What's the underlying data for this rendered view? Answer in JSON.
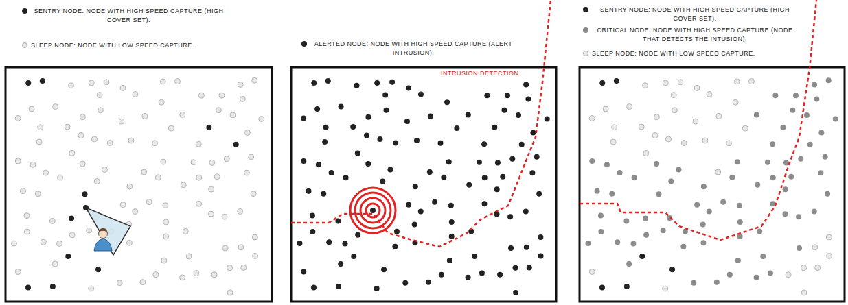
{
  "diagram": {
    "labels": [
      "INTRUSION DETECTION"
    ],
    "legend": [
      {
        "text": "SENTRY NODE: NODE WITH HIGH SPEED CAPTURE (HIGH COVER SET).",
        "color": "#222222"
      },
      {
        "text": "SLEEP NODE: NODE WITH LOW SPEED CAPTURE.",
        "color": "#e8e8e8"
      },
      {
        "text": "ALERTED NODE: NODE WITH HIGH SPEED CAPTURE (ALERT INTRUSION).",
        "color": "#222222"
      },
      {
        "text": "SENTRY NODE: NODE WITH HIGH SPEED CAPTURE (HIGH COVER SET).",
        "color": "#222222"
      },
      {
        "text": "CRITICAL NODE: NODE WITH HIGH SPEED CAPTURE (NODE THAT DETECTS THE INTUSION).",
        "color": "#8c8c8c"
      },
      {
        "text": "SLEEP NODE: NODE WITH LOW SPEED CAPTURE.",
        "color": "#e8e8e8"
      }
    ]
  }
}
